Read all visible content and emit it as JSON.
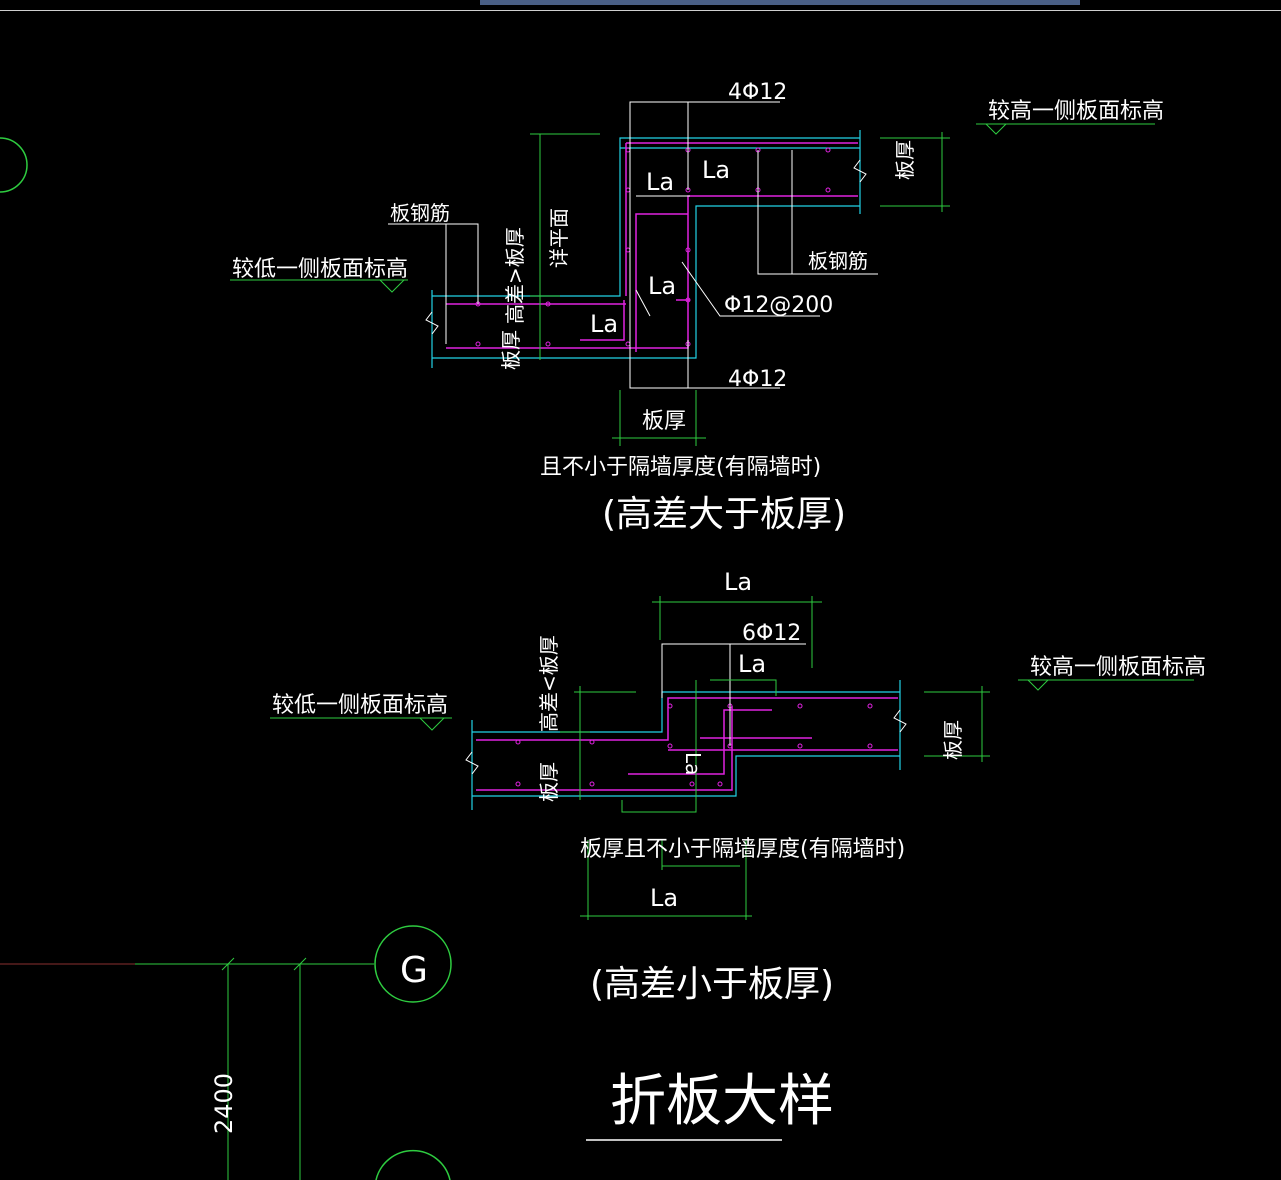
{
  "labels": {
    "top_bar_4phi12": "4Φ12",
    "top_higher_side": "较高一侧板面标高",
    "top_slab_thickness_right": "板厚",
    "top_height_diff": "高差>板厚",
    "top_see_plan": "详平面",
    "top_slab_rebar_left": "板钢筋",
    "top_lower_side": "较低一侧板面标高",
    "top_slab_thickness_left": "板厚",
    "top_slab_rebar_right": "板钢筋",
    "top_stirrup": "Φ12@200",
    "top_bottom_4phi12": "4Φ12",
    "top_slab_thickness_bottom": "板厚",
    "top_not_less_than_wall": "且不小于隔墙厚度(有隔墙时)",
    "top_caption": "(高差大于板厚)",
    "la_1": "La",
    "la_2": "La",
    "la_3": "La",
    "la_4": "La",
    "bot_la_top": "La",
    "bot_6phi12": "6Φ12",
    "bot_la_inner": "La",
    "bot_height_diff": "高差<板厚",
    "bot_higher_side": "较高一侧板面标高",
    "bot_lower_side": "较低一侧板面标高",
    "bot_slab_thickness_left": "板厚",
    "bot_slab_thickness_right": "板厚",
    "bot_la_vertical": "La",
    "bot_slab_not_less": "板厚且不小于隔墙厚度(有隔墙时)",
    "bot_la_bottom": "La",
    "bot_caption": "(高差小于板厚)",
    "axis_label": "G",
    "dimension_2400": "2400",
    "drawing_title": "折板大样"
  },
  "colors": {
    "background": "#000000",
    "text": "#ffffff",
    "dimension": "#2ecc40",
    "concrete_outline": "#22d3e6",
    "rebar": "#e022e0"
  }
}
